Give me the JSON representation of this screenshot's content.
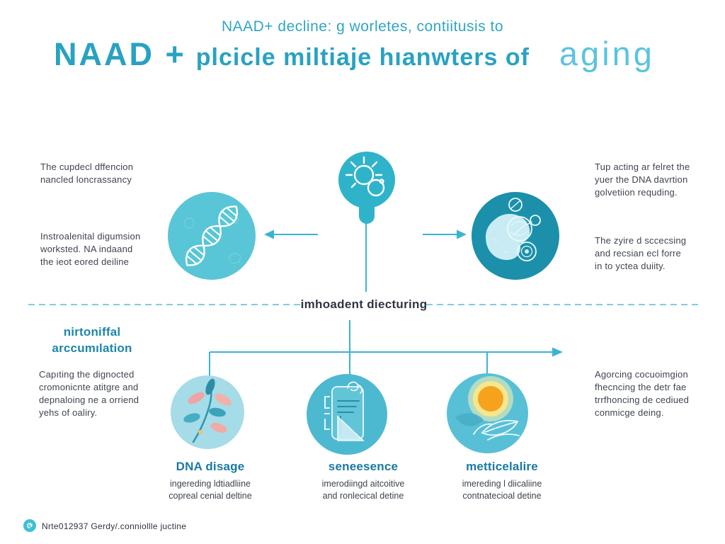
{
  "header": {
    "subtitle": "NAAD+ decline: g worletes, contiitusis to",
    "title_naad": "NAAD +",
    "title_mid": "plcicle miltiaje hıanwters of",
    "title_aging": "aging"
  },
  "mid": {
    "left_notes": [
      [
        "The cupdecl dffencion",
        "nancled loncrassancy"
      ],
      [
        "Instroalenital digumsion",
        "worksted. NA indaand",
        "the ieot eored deiline"
      ]
    ],
    "right_notes": [
      [
        "Tup acting ar felret the",
        "yuer the DNA davrtion",
        "golvetiion requding."
      ],
      [
        "The zyire d sccecsing",
        "and recsian ecl forre",
        "in to yctea duiity."
      ]
    ],
    "icons": {
      "left_circle": "dna-helix-icon",
      "center_pin": "sun-cell-icon",
      "right_circle": "cell-organelles-icon"
    }
  },
  "divider": {
    "label": "imhoadent diecturing"
  },
  "lower": {
    "heading": [
      "nirtoniffal",
      "arccumılation"
    ],
    "left_note": [
      "Capıting the dignocted",
      "cromonicnte atitgre and",
      "depnaloing ne a orriend",
      "yehs of oaliry."
    ],
    "right_note": [
      "Agorcing cocuoimgion",
      "fhecncing the detr fae",
      "trrfhoncing de cediued",
      "conmicge deing."
    ],
    "items": [
      {
        "title": "DNA disage",
        "desc": [
          "ingereding ldtiadliine",
          "copreal cenial deltine"
        ],
        "icon": "plant-sprig-icon"
      },
      {
        "title": "seneesence",
        "desc": [
          "imerodiingd aitcoitive",
          "and ronlecical detine"
        ],
        "icon": "document-icon"
      },
      {
        "title": "metticelalire",
        "desc": [
          "imereding l diicaliine",
          "contnatecioal detine"
        ],
        "icon": "sun-leaves-icon"
      }
    ]
  },
  "footer": {
    "credit": "Nrte012937 Gerdy/.conniollle juctine",
    "icon": "spiral-badge-icon"
  },
  "colors": {
    "accent": "#28a2c2",
    "accent_light": "#5ac4de",
    "line_teal": "#3ab4d0",
    "circle_light_teal": "#58c6d6",
    "circle_deep_teal": "#1c90aa",
    "pin_teal": "#2fb3cb",
    "item_pale_blue": "#a6dbe8",
    "item_mid_blue": "#4db9d1",
    "sun_orange": "#f6a21d",
    "heading_teal": "#1e86ab",
    "item_title_blue": "#1a79a5",
    "text_dark": "#3f4450"
  }
}
